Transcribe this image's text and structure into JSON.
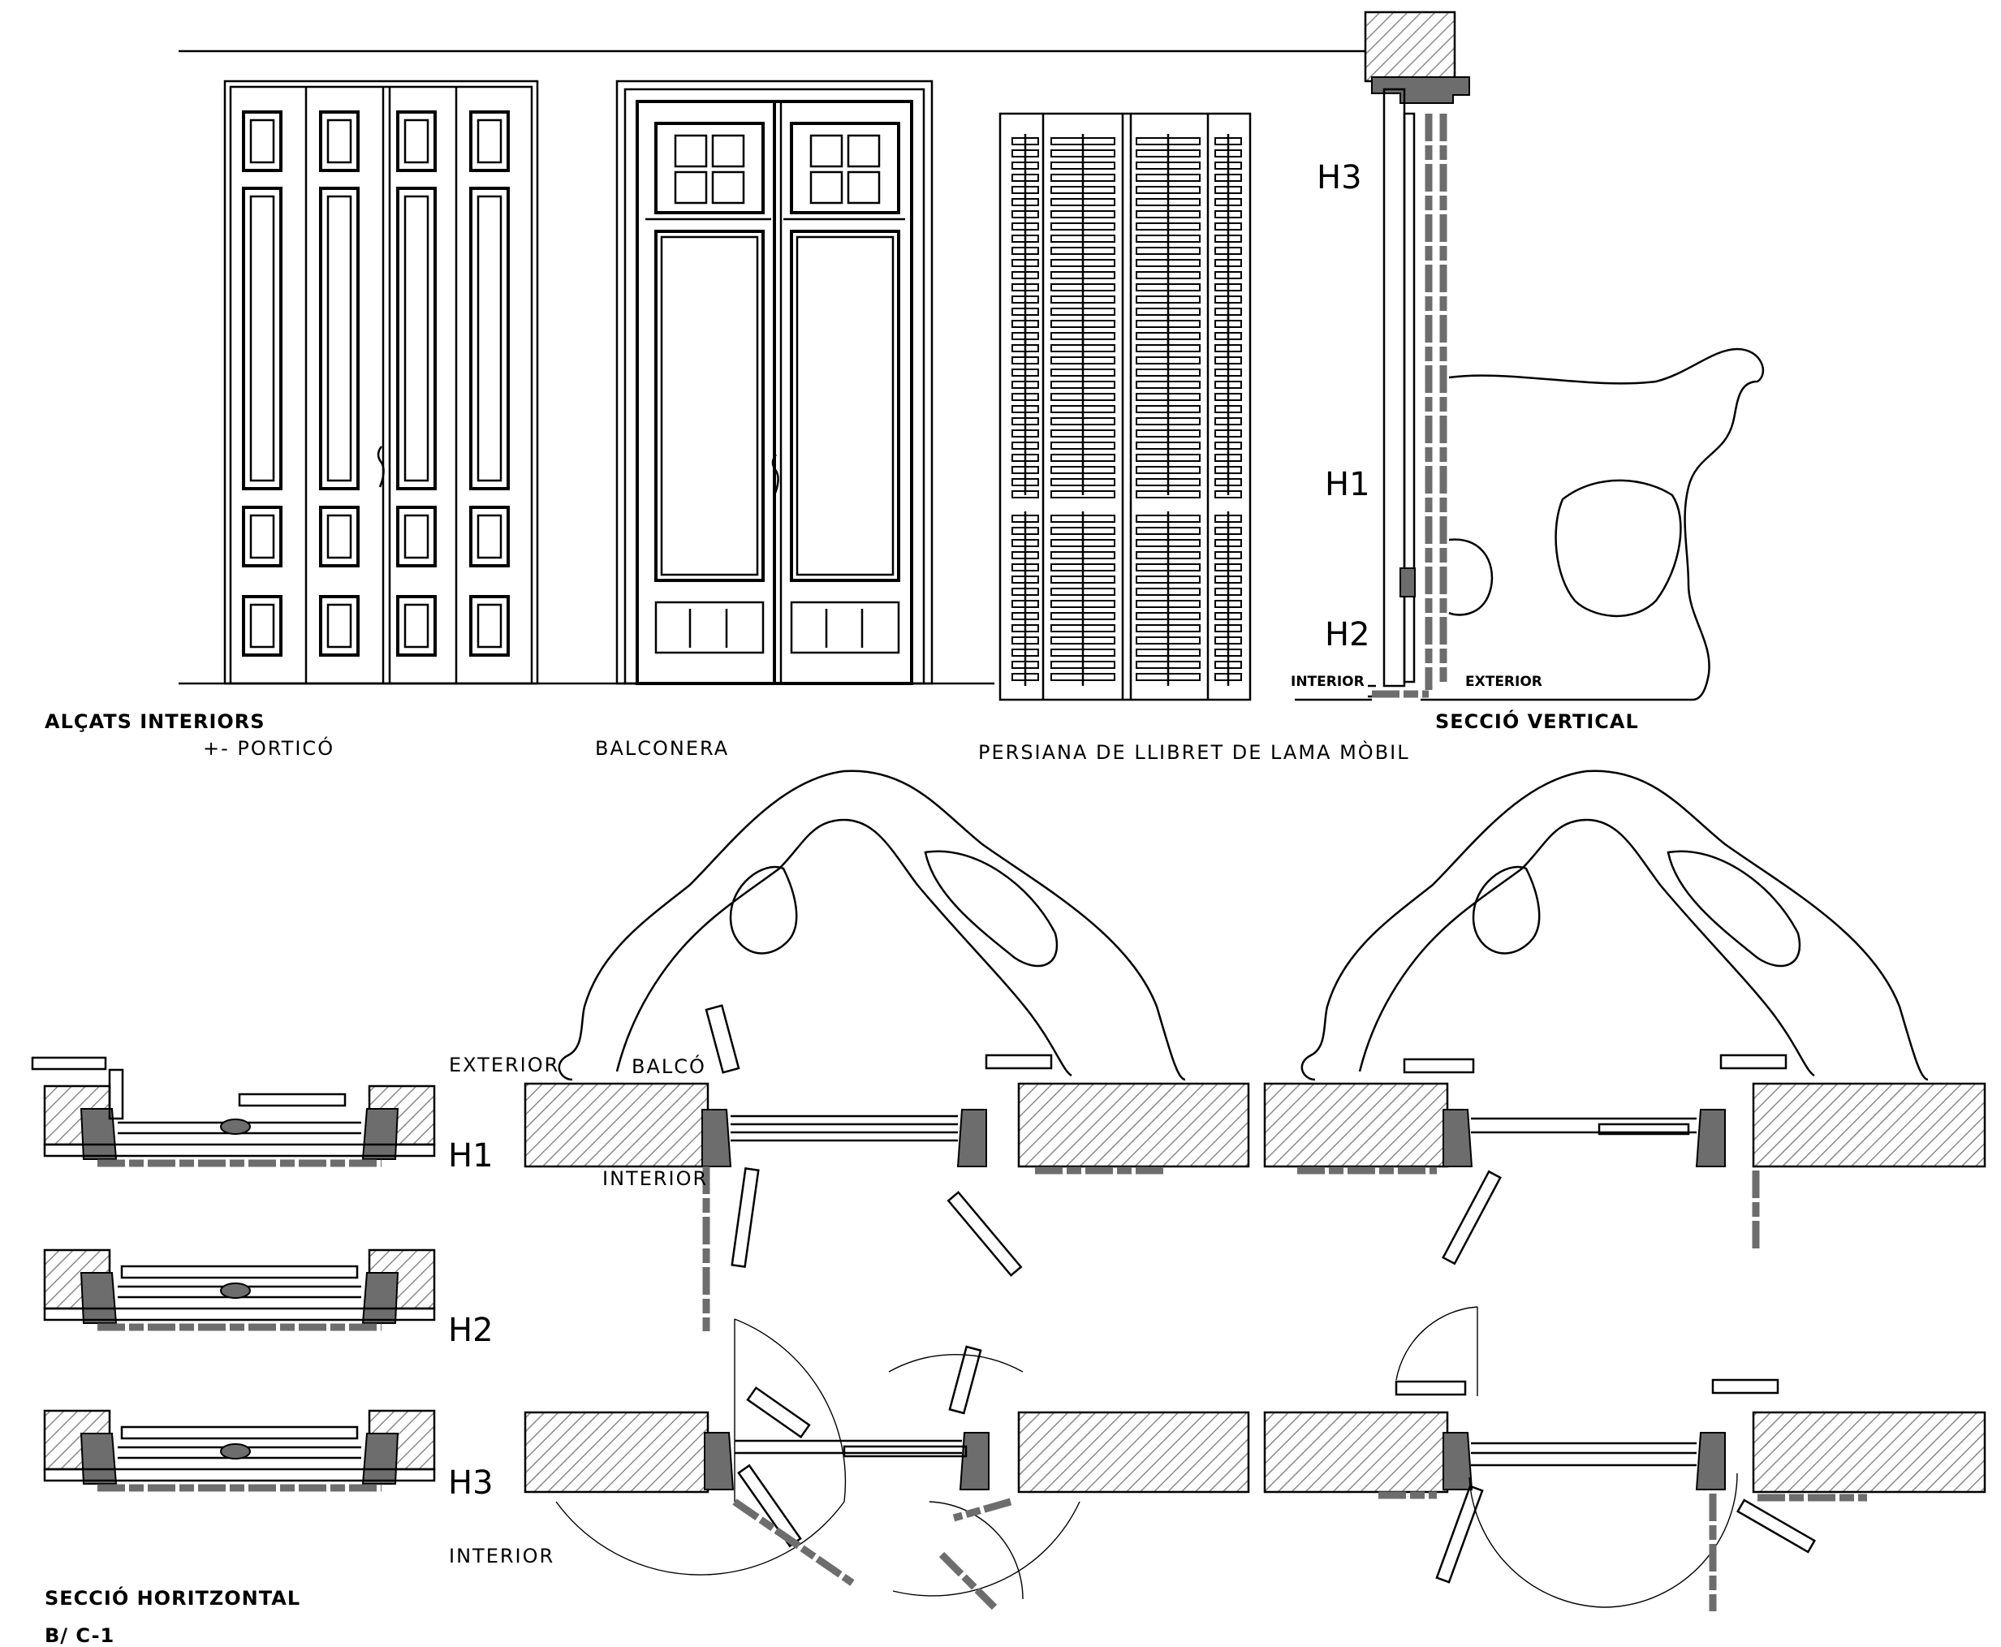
{
  "sheet": {
    "code": "B/ C-1",
    "background": "#ffffff",
    "line_color": "#000000",
    "fill_gray": "#6d6d6d"
  },
  "elevations": {
    "title": "ALÇATS INTERIORS",
    "portico_label": "+- PORTICÓ",
    "balconera_label": "BALCONERA",
    "persiana_label": "PERSIANA DE LLIBRET DE LAMA MÒBIL"
  },
  "vertical_section": {
    "title": "SECCIÓ VERTICAL",
    "level_h3": "H3",
    "level_h1": "H1",
    "level_h2": "H2",
    "interior_label": "INTERIOR",
    "exterior_label": "EXTERIOR"
  },
  "horizontal_section": {
    "title": "SECCIÓ HORITZONTAL",
    "level_h1": "H1",
    "level_h2": "H2",
    "level_h3": "H3",
    "exterior_label": "EXTERIOR",
    "balco_label": "BALCÓ",
    "interior_label_top": "INTERIOR",
    "interior_label_bottom": "INTERIOR"
  }
}
